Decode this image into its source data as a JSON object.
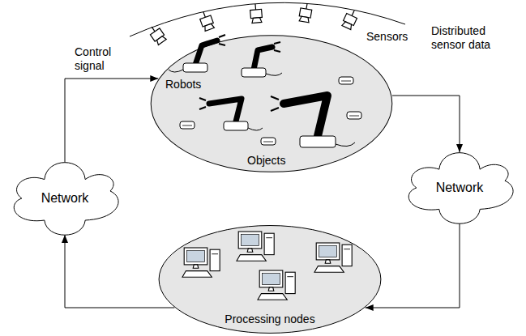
{
  "diagram": {
    "nodes": [
      {
        "text": [
          "Robots",
          "Objects"
        ]
      },
      {
        "text": [
          "Network"
        ]
      },
      {
        "text": [
          "Network"
        ]
      },
      {
        "text": [
          "Processing nodes"
        ]
      }
    ],
    "edges": [
      {
        "from": 1,
        "to": 0,
        "arrow": "to",
        "label": "Control signal"
      },
      {
        "from": 0,
        "to": 2,
        "arrow": "to",
        "label": "Distributed sensor data"
      },
      {
        "from": 2,
        "to": 3,
        "arrow": "to"
      },
      {
        "from": 3,
        "to": 1,
        "arrow": "to"
      }
    ],
    "labels": [
      "Sensors"
    ]
  }
}
